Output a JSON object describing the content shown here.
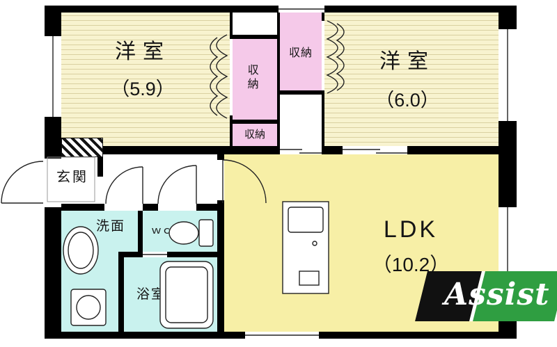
{
  "plan": {
    "rooms": {
      "bedroom1": {
        "label": "洋室",
        "area": "（5.9）"
      },
      "bedroom2": {
        "label": "洋室",
        "area": "（6.0）"
      },
      "ldk": {
        "label": "LDK",
        "area": "（10.2）"
      },
      "entrance": {
        "label": "玄関"
      },
      "washroom": {
        "label": "洗面"
      },
      "toilet": {
        "label": "ｗｃ"
      },
      "bathroom": {
        "label": "浴室"
      },
      "closet_left": {
        "label": "収納"
      },
      "closet_top": {
        "label": "収納"
      },
      "closet_bottom": {
        "label": "収納"
      }
    },
    "logo": {
      "text": "Assist"
    },
    "colors": {
      "wall": "#000000",
      "tatami": "#f8f3cf",
      "tatami_stripe": "#d9d0a0",
      "closet": "#f5c9e9",
      "wet": "#c9f2ee",
      "ldk": "#f7efa6",
      "logo_green": "#2f9e41",
      "logo_black": "#111111"
    }
  }
}
